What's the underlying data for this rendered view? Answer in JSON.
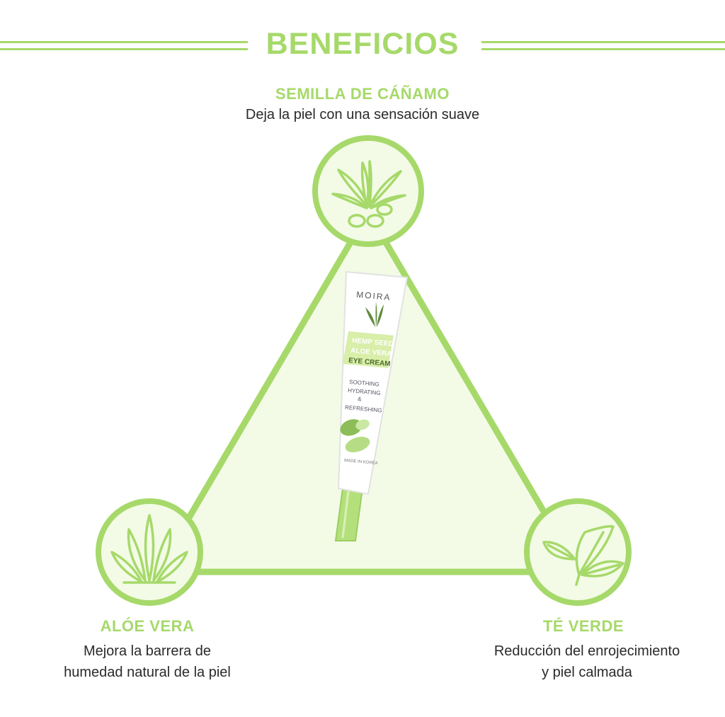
{
  "header": {
    "title": "BENEFICIOS"
  },
  "colors": {
    "accent": "#a6d96a",
    "light_fill": "#f3fbe6",
    "text": "#2a2a2a"
  },
  "benefits": [
    {
      "heading": "SEMILLA DE CÁÑAMO",
      "lines": [
        "Deja la piel con una sensación suave"
      ],
      "icon": "hemp-seed-icon"
    },
    {
      "heading": "ALÓE VERA",
      "lines": [
        "Mejora la barrera de",
        "humedad natural de la piel"
      ],
      "icon": "aloe-vera-icon"
    },
    {
      "heading": "TÉ VERDE",
      "lines": [
        "Reducción del enrojecimiento",
        "y piel calmada"
      ],
      "icon": "green-tea-icon"
    }
  ],
  "product": {
    "brand": "MOIRA",
    "name_lines": [
      "HEMP SEED",
      "ALOE VERA",
      "EYE CREAM"
    ],
    "claims": [
      "SOOTHING",
      "HYDRATING",
      "&",
      "REFRESHING"
    ],
    "origin": "MADE IN KOREA"
  }
}
